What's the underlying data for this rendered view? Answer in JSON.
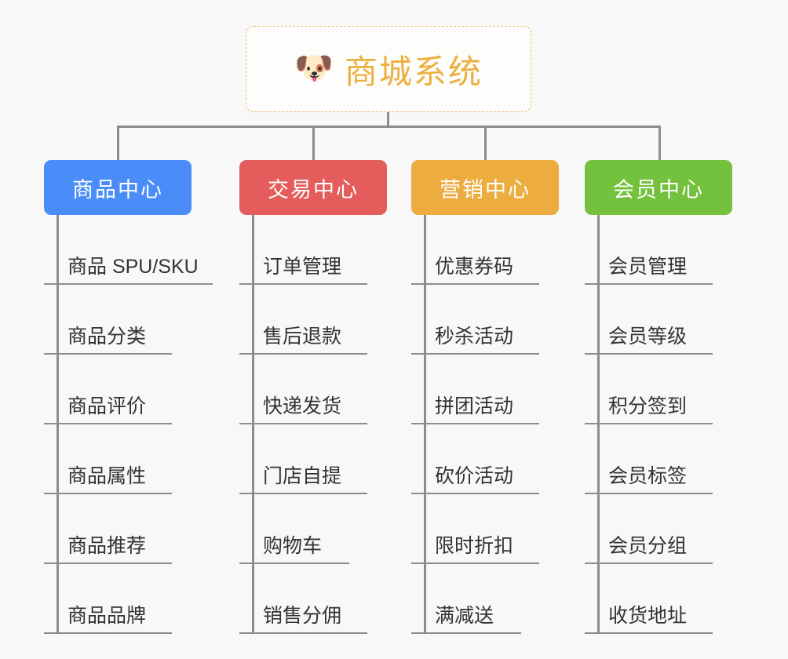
{
  "diagram": {
    "type": "org-chart",
    "background_color": "#f8f8f8",
    "connector_color": "#8c8c8c"
  },
  "root": {
    "icon": "dog-face-emoji",
    "icon_glyph": "🐶",
    "title": "商城系统",
    "text_color": "#edb040",
    "border_color": "#e8b96a",
    "border_style": "dashed"
  },
  "categories": [
    {
      "title": "商品中心",
      "color": "#4b8df8",
      "items": [
        {
          "label": "商品 SPU/SKU",
          "underline_width": 215
        },
        {
          "label": "商品分类",
          "underline_width": 163
        },
        {
          "label": "商品评价",
          "underline_width": 163
        },
        {
          "label": "商品属性",
          "underline_width": 163
        },
        {
          "label": "商品推荐",
          "underline_width": 163
        },
        {
          "label": "商品品牌",
          "underline_width": 163
        }
      ]
    },
    {
      "title": "交易中心",
      "color": "#e45c5c",
      "items": [
        {
          "label": "订单管理",
          "underline_width": 163
        },
        {
          "label": "售后退款",
          "underline_width": 163
        },
        {
          "label": "快递发货",
          "underline_width": 163
        },
        {
          "label": "门店自提",
          "underline_width": 163
        },
        {
          "label": "购物车",
          "underline_width": 140
        },
        {
          "label": "销售分佣",
          "underline_width": 163
        }
      ]
    },
    {
      "title": "营销中心",
      "color": "#edac3f",
      "items": [
        {
          "label": "优惠券码",
          "underline_width": 163
        },
        {
          "label": "秒杀活动",
          "underline_width": 163
        },
        {
          "label": "拼团活动",
          "underline_width": 163
        },
        {
          "label": "砍价活动",
          "underline_width": 163
        },
        {
          "label": "限时折扣",
          "underline_width": 163
        },
        {
          "label": "满减送",
          "underline_width": 140
        }
      ]
    },
    {
      "title": "会员中心",
      "color": "#73c13d",
      "items": [
        {
          "label": "会员管理",
          "underline_width": 163
        },
        {
          "label": "会员等级",
          "underline_width": 163
        },
        {
          "label": "积分签到",
          "underline_width": 163
        },
        {
          "label": "会员标签",
          "underline_width": 163
        },
        {
          "label": "会员分组",
          "underline_width": 163
        },
        {
          "label": "收货地址",
          "underline_width": 163
        }
      ]
    }
  ]
}
